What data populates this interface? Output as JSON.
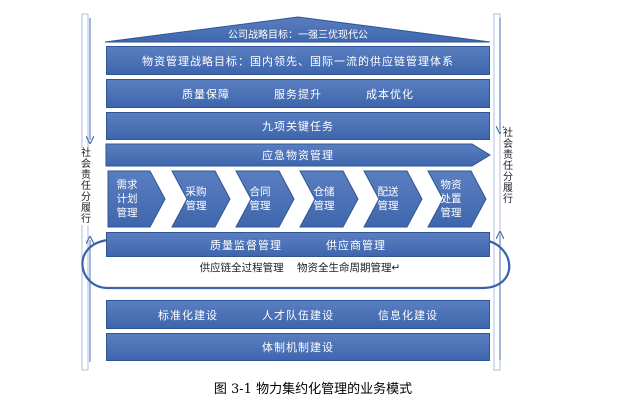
{
  "roof": {
    "label": "公司战略目标：一强三优现代公"
  },
  "rows": {
    "strategy": "物资管理战略目标：国内领先、国际一流的供应链管理体系",
    "goals": [
      "质量保障",
      "服务提升",
      "成本优化"
    ],
    "key_tasks": "九项关键任务",
    "emergency": "应急物资管理",
    "supervision": [
      "质量监督管理",
      "供应商管理"
    ],
    "lifecycle": "供应链全过程管理    物资全生命周期管理↵",
    "construction": [
      "标准化建设",
      "人才队伍建设",
      "信息化建设"
    ],
    "institution": "体制机制建设"
  },
  "process_steps": [
    "需求计划管理",
    "采购管理",
    "合同管理",
    "仓储管理",
    "配送管理",
    "物资处置管理"
  ],
  "side": {
    "left": "社会责任分履行",
    "right": "社会责任分履行"
  },
  "caption": "图 3-1  物力集约化管理的业务模式",
  "colors": {
    "fill": "#4a72b8",
    "stroke": "#2f5597"
  }
}
